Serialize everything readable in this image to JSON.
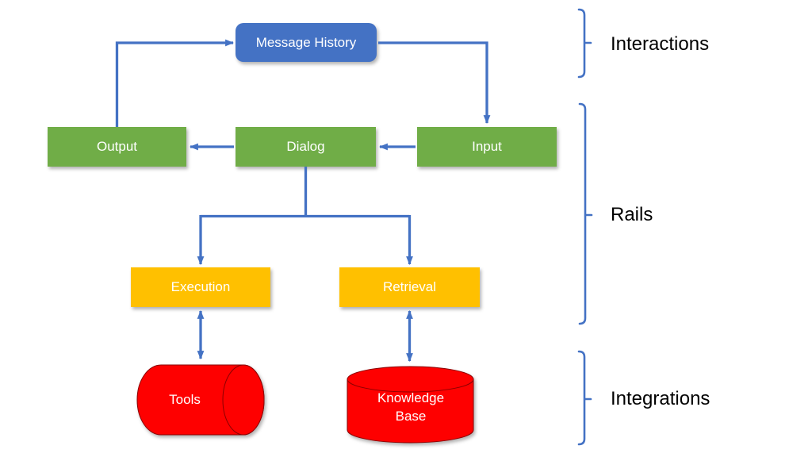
{
  "diagram": {
    "nodes": {
      "message_history": {
        "label": "Message History",
        "fill": "#4472C4",
        "shape": "rounded-rect"
      },
      "output": {
        "label": "Output",
        "fill": "#70AD47",
        "shape": "rect"
      },
      "dialog": {
        "label": "Dialog",
        "fill": "#70AD47",
        "shape": "rect"
      },
      "input": {
        "label": "Input",
        "fill": "#70AD47",
        "shape": "rect"
      },
      "execution": {
        "label": "Execution",
        "fill": "#FFC000",
        "shape": "rect"
      },
      "retrieval": {
        "label": "Retrieval",
        "fill": "#FFC000",
        "shape": "rect"
      },
      "tools": {
        "label": "Tools",
        "fill": "#FE0000",
        "shape": "cylinder-horizontal"
      },
      "knowledge_base": {
        "label": "Knowledge Base",
        "fill": "#FE0000",
        "shape": "cylinder-vertical"
      }
    },
    "edges": [
      {
        "from": "output",
        "to": "message_history",
        "type": "arrow"
      },
      {
        "from": "message_history",
        "to": "input",
        "type": "arrow"
      },
      {
        "from": "input",
        "to": "dialog",
        "type": "arrow"
      },
      {
        "from": "dialog",
        "to": "output",
        "type": "arrow"
      },
      {
        "from": "dialog",
        "to": "execution",
        "type": "arrow"
      },
      {
        "from": "dialog",
        "to": "retrieval",
        "type": "arrow"
      },
      {
        "from": "execution",
        "to": "tools",
        "type": "double-arrow"
      },
      {
        "from": "retrieval",
        "to": "knowledge_base",
        "type": "double-arrow"
      }
    ],
    "groups": [
      {
        "label": "Interactions"
      },
      {
        "label": "Rails"
      },
      {
        "label": "Integrations"
      }
    ],
    "colors": {
      "connector": "#4472C4",
      "bracket": "#4472C4",
      "node_text": "#FFFFFF",
      "group_label_text": "#000000",
      "cylinder_outline": "#8B0000",
      "background": "#FFFFFF"
    }
  }
}
